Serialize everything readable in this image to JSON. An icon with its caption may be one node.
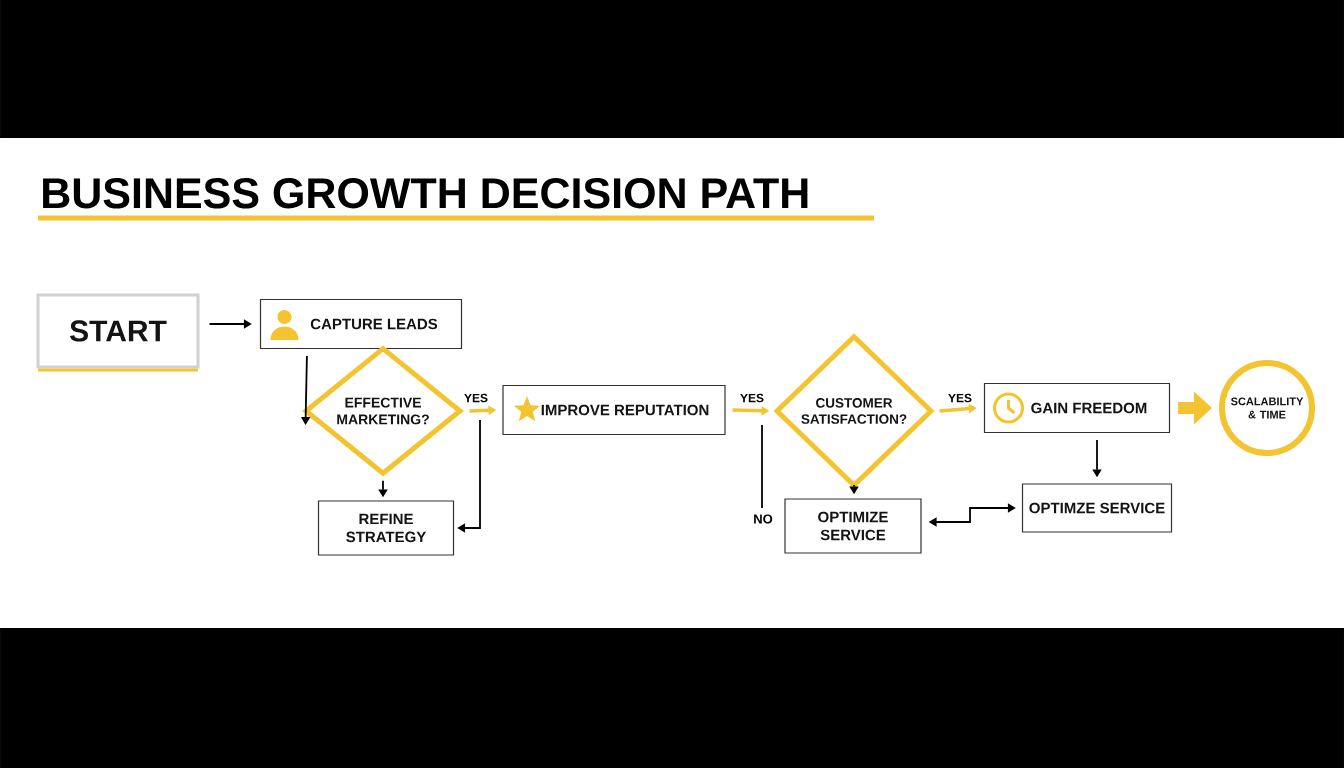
{
  "diagram": {
    "title": "BUSINESS GROWTH DECISION PATH",
    "nodes": [
      {
        "text": [
          "START"
        ]
      },
      {
        "text": [
          "CAPTURE LEADS"
        ]
      },
      {
        "text": [
          "EFFECTIVE MARKETING?"
        ]
      },
      {
        "text": [
          "REFINE STRATEGY"
        ]
      },
      {
        "text": [
          "IMPROVE REPUTATION"
        ]
      },
      {
        "text": [
          "CUSTOMER SATISFACTION?"
        ]
      },
      {
        "text": [
          "OPTIMIZE SERVICE"
        ]
      },
      {
        "text": [
          "GAIN FREEDOM"
        ]
      },
      {
        "text": [
          "OPTIMZE SERVICE"
        ]
      },
      {
        "text": [
          "SCALABILITY & TIME"
        ]
      }
    ],
    "edges": [
      {
        "from": 0,
        "to": 1,
        "arrow": "to"
      },
      {
        "from": 1,
        "to": 2,
        "arrow": "to"
      },
      {
        "from": 2,
        "to": 4,
        "arrow": "to",
        "label": "YES",
        "color": "#f4c430"
      },
      {
        "from": 2,
        "to": 3,
        "arrow": "to"
      },
      {
        "from": null,
        "to": 3,
        "arrow": "to"
      },
      {
        "from": 4,
        "to": 5,
        "arrow": "to",
        "label": "YES",
        "color": "#f4c430"
      },
      {
        "from": 5,
        "to": 6,
        "arrow": "to"
      },
      {
        "from": 5,
        "to": 7,
        "arrow": "to",
        "label": "YES",
        "color": "#f4c430"
      },
      {
        "from": 7,
        "to": 8,
        "arrow": "to"
      },
      {
        "from": 6,
        "to": 8,
        "arrow": "both"
      },
      {
        "from": 7,
        "to": 9,
        "arrow": "to",
        "style": "thick",
        "color": "#f4c430"
      }
    ],
    "labels": [
      "NO"
    ]
  }
}
